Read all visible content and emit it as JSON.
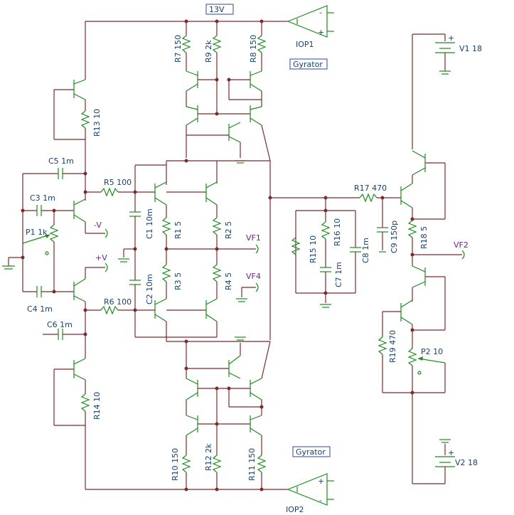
{
  "supply": {
    "label": "13V"
  },
  "opamps": [
    {
      "ref": "IOP1"
    },
    {
      "ref": "IOP2"
    }
  ],
  "gyrators": [
    "Gyrator",
    "Gyrator"
  ],
  "resistors": {
    "R1": "R1 5",
    "R2": "R2 5",
    "R3": "R3 5",
    "R4": "R4 5",
    "R5": "R5 100",
    "R6": "R6 100",
    "R7": "R7 150",
    "R8": "R8 150",
    "R9": "R9 2k",
    "R10": "R10 150",
    "R11": "R11 150",
    "R12": "R12 2k",
    "R13": "R13 10",
    "R14": "R14 10",
    "R15": "R15 10",
    "R16": "R16 10",
    "R17": "R17 470",
    "R18": "R18 5",
    "R19": "R19 470"
  },
  "capacitors": {
    "C1": "C1 10m",
    "C2": "C2 10m",
    "C3": "C3 1m",
    "C4": "C4 1m",
    "C5": "C5 1m",
    "C6": "C6 1m",
    "C7": "C7 1m",
    "C8": "C8 1m",
    "C9": "C9 150p"
  },
  "pots": {
    "P1": "P1 1k",
    "P2": "P2 10"
  },
  "sources": {
    "V1": "V1 18",
    "V2": "V2 18"
  },
  "nets": {
    "neg_v": "-V",
    "pos_v": "+V",
    "vf1": "VF1",
    "vf2": "VF2",
    "vf4": "VF4"
  },
  "polarity": {
    "plus": "+",
    "minus": "-"
  }
}
